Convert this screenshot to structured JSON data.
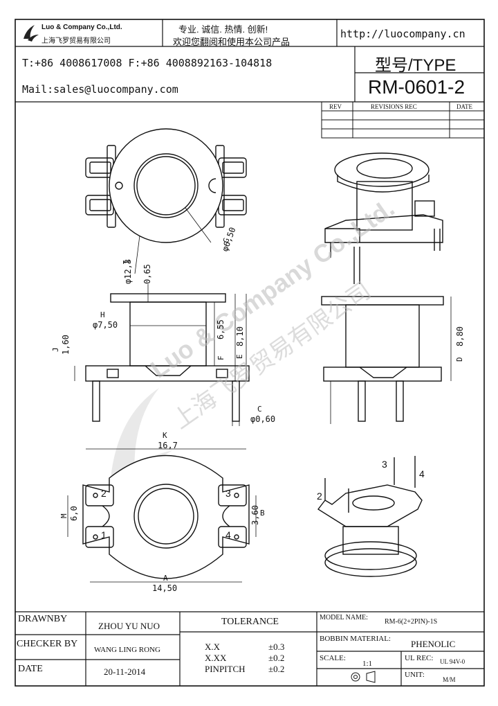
{
  "header": {
    "company_en": "Luo & Company Co.,Ltd.",
    "company_cn": "上海飞罗贸易有限公司",
    "slogan_1": "专业. 诚信. 热情. 创新!",
    "slogan_2": "欢迎您翻阅和使用本公司产品",
    "website": "http://luocompany.cn",
    "phone_fax": "T:+86 4008617008 F:+86 4008892163-104818",
    "mail": "Mail:sales@luocompany.com",
    "type_label": "型号/TYPE",
    "model": "RM-0601-2"
  },
  "revisions": {
    "col_rev": "REV",
    "col_rec": "REVISIONS REC",
    "col_date": "DATE"
  },
  "watermark": {
    "en": "Luo & Company Co.,Ltd.",
    "cn": "上海飞罗贸易有限公司"
  },
  "dimensions": {
    "d_i": "φ12,3",
    "d_g": "φ6,50",
    "d_065": "0,65",
    "d_h": "φ7,50",
    "d_655": "6,55",
    "d_810": "8,10",
    "d_880": "8,80",
    "d_160": "1,60",
    "d_c": "φ0,60",
    "d_167": "16,7",
    "d_1450": "14,50",
    "d_60": "6,0",
    "d_360": "3,60"
  },
  "circled": {
    "a": "A",
    "b": "B",
    "c": "C",
    "d": "D",
    "e": "E",
    "f": "F",
    "g": "G",
    "h": "H",
    "i": "I",
    "j": "J",
    "k": "K",
    "m": "M"
  },
  "pins": {
    "p1": "1",
    "p2": "2",
    "p3": "3",
    "p4": "4"
  },
  "title_block": {
    "drawnby_label": "DRAWNBY",
    "drawnby_value": "ZHOU YU NUO",
    "checker_label": "CHECKER BY",
    "checker_value": "WANG LING RONG",
    "date_label": "DATE",
    "date_value": "20-11-2014",
    "tolerance_label": "TOLERANCE",
    "tol_xx_label": "X.X",
    "tol_xx_value": "±0.3",
    "tol_xxx_label": "X.XX",
    "tol_xxx_value": "±0.2",
    "tol_pin_label": "PINPITCH",
    "tol_pin_value": "±0.2",
    "model_name_label": "MODEL NAME:",
    "model_name_value": "RM-6(2+2PIN)-1S",
    "material_label": "BOBBIN MATERIAL:",
    "material_value": "PHENOLIC",
    "scale_label": "SCALE:",
    "scale_value": "1:1",
    "ul_label": "UL REC:",
    "ul_value": "UL 94V-0",
    "unit_label": "UNIT:",
    "unit_value": "M/M"
  }
}
